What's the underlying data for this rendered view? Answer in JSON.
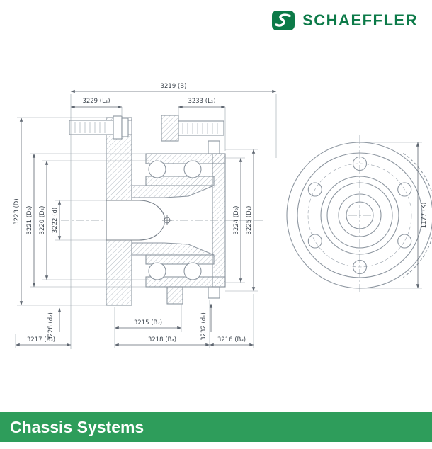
{
  "header": {
    "brand": "SCHAEFFLER"
  },
  "colors": {
    "brand_green": "#0c7a48",
    "footer_green": "#2e9d5b"
  },
  "drawing": {
    "description": "Wheel hub bearing unit technical drawing: cross-section view (left) and front flange view (right) with dimension callouts",
    "labels": {
      "b": "3219 (B)",
      "l2_left": "3229 (L₂)",
      "l2_right": "3233 (L₂)",
      "d_outer": "3223 (D)",
      "d2_a": "3221 (D₂)",
      "d2_b": "3220 (D₂)",
      "d_bore": "3222 (d)",
      "d2_right": "3224 (D₂)",
      "d1_right": "3225 (D₁)",
      "d2_bottom": "3228 (d₂)",
      "d1_bottom": "3232 (d₁)",
      "b3_left": "3217 (B₃)",
      "b2": "3215 (B₂)",
      "b4": "3218 (B₄)",
      "b3_right": "3216 (B₃)",
      "k": "1177 (K)"
    }
  },
  "footer": {
    "title": "Chassis Systems"
  }
}
